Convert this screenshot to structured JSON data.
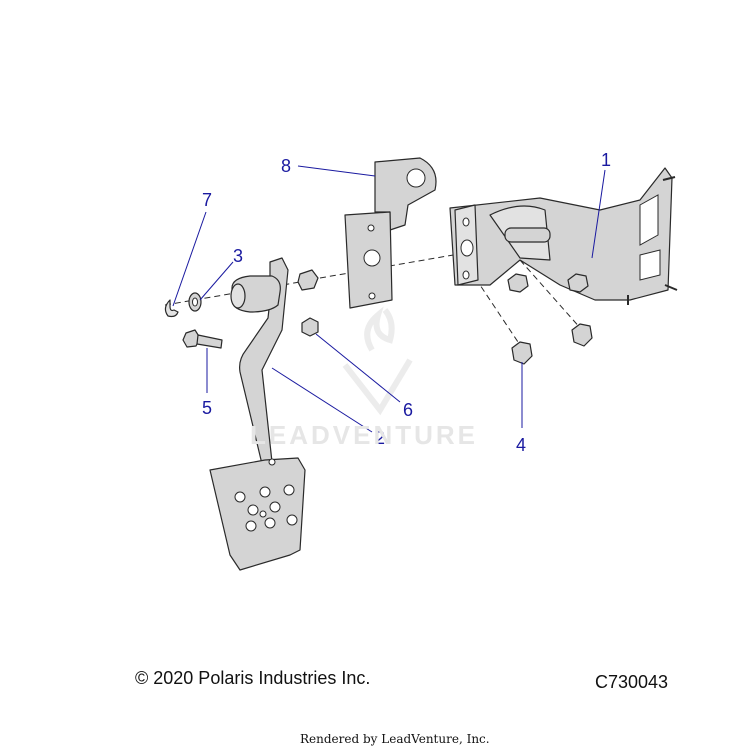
{
  "watermark": "LEADVENTURE",
  "callouts": {
    "c1": "1",
    "c2": "2",
    "c3": "3",
    "c4": "4",
    "c5": "5",
    "c6": "6",
    "c7": "7",
    "c8": "8"
  },
  "footer": {
    "copyright": "© 2020 Polaris Industries Inc.",
    "figure_code": "C730043",
    "rendered_by": "Rendered by LeadVenture, Inc."
  },
  "colors": {
    "callout": "#1a1aa0",
    "part_fill": "#d4d4d4"
  }
}
